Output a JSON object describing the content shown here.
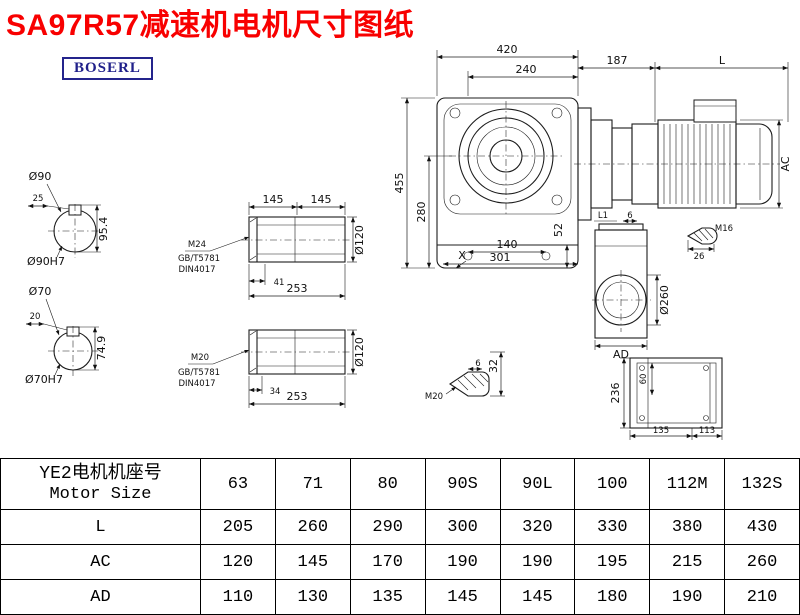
{
  "header": {
    "title": "SA97R57减速机电机尺寸图纸",
    "logo": "BOSERL"
  },
  "drawing": {
    "front": {
      "w420": "420",
      "w240": "240",
      "h455": "455",
      "h280": "280",
      "h52": "52",
      "w140": "140",
      "w301": "301",
      "x_mark": "X"
    },
    "motor": {
      "d187": "187",
      "len": "L",
      "ac": "AC"
    },
    "shaft_top": {
      "dia": "Ø90",
      "key_w": "25",
      "key_total": "95.4",
      "bore": "Ø90H7"
    },
    "shaft_bot": {
      "dia": "Ø70",
      "key_w": "20",
      "key_total": "74.9",
      "bore": "Ø70H7"
    },
    "hollow_top": {
      "seg1": "145",
      "seg2": "145",
      "dia": "Ø120",
      "thread": "M24",
      "std1": "GB/T5781",
      "std2": "DIN4017",
      "tap": "41",
      "total": "253"
    },
    "hollow_bot": {
      "dia": "Ø120",
      "thread": "M20",
      "std1": "GB/T5781",
      "std2": "DIN4017",
      "tap": "34",
      "total": "253"
    },
    "side": {
      "l1": "L1",
      "t6": "6",
      "m16": "M16",
      "d26": "26",
      "dia260": "Ø260",
      "ad": "AD"
    },
    "plug": {
      "w6": "6",
      "h32": "32",
      "m20": "M20"
    },
    "rear": {
      "h236": "236",
      "h60": "60",
      "w135": "135",
      "w113": "113"
    }
  },
  "table": {
    "header_cn": "YE2电机机座号",
    "header_en": "Motor Size",
    "sizes": [
      "63",
      "71",
      "80",
      "90S",
      "90L",
      "100",
      "112M",
      "132S"
    ],
    "rows": [
      {
        "label": "L",
        "values": [
          "205",
          "260",
          "290",
          "300",
          "320",
          "330",
          "380",
          "430"
        ]
      },
      {
        "label": "AC",
        "values": [
          "120",
          "145",
          "170",
          "190",
          "190",
          "195",
          "215",
          "260"
        ]
      },
      {
        "label": "AD",
        "values": [
          "110",
          "130",
          "135",
          "145",
          "145",
          "180",
          "190",
          "210"
        ]
      }
    ]
  }
}
